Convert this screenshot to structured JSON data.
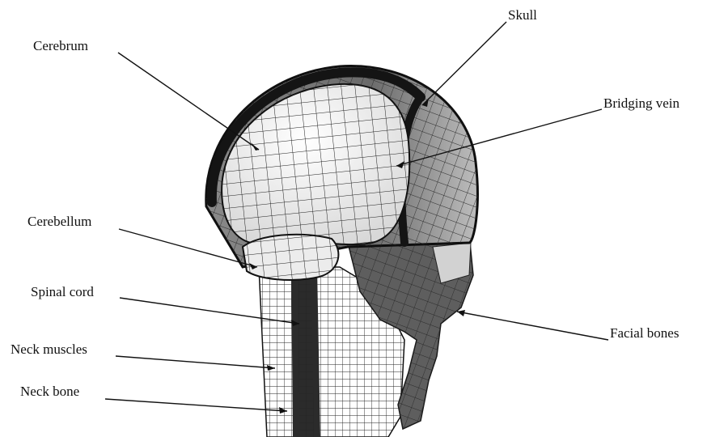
{
  "labels": {
    "skull": "Skull",
    "cerebrum": "Cerebrum",
    "bridging_vein": "Bridging vein",
    "cerebellum": "Cerebellum",
    "spinal_cord": "Spinal cord",
    "neck_muscles": "Neck muscles",
    "neck_bone": "Neck bone",
    "facial_bones": "Facial bones"
  },
  "colors": {
    "skull_shell": "#1a1a1a",
    "skull_shaded": "#6e6e6e",
    "brain_surface": "#f2f2f2",
    "mesh_line": "#222222",
    "leader_line": "#111111"
  }
}
